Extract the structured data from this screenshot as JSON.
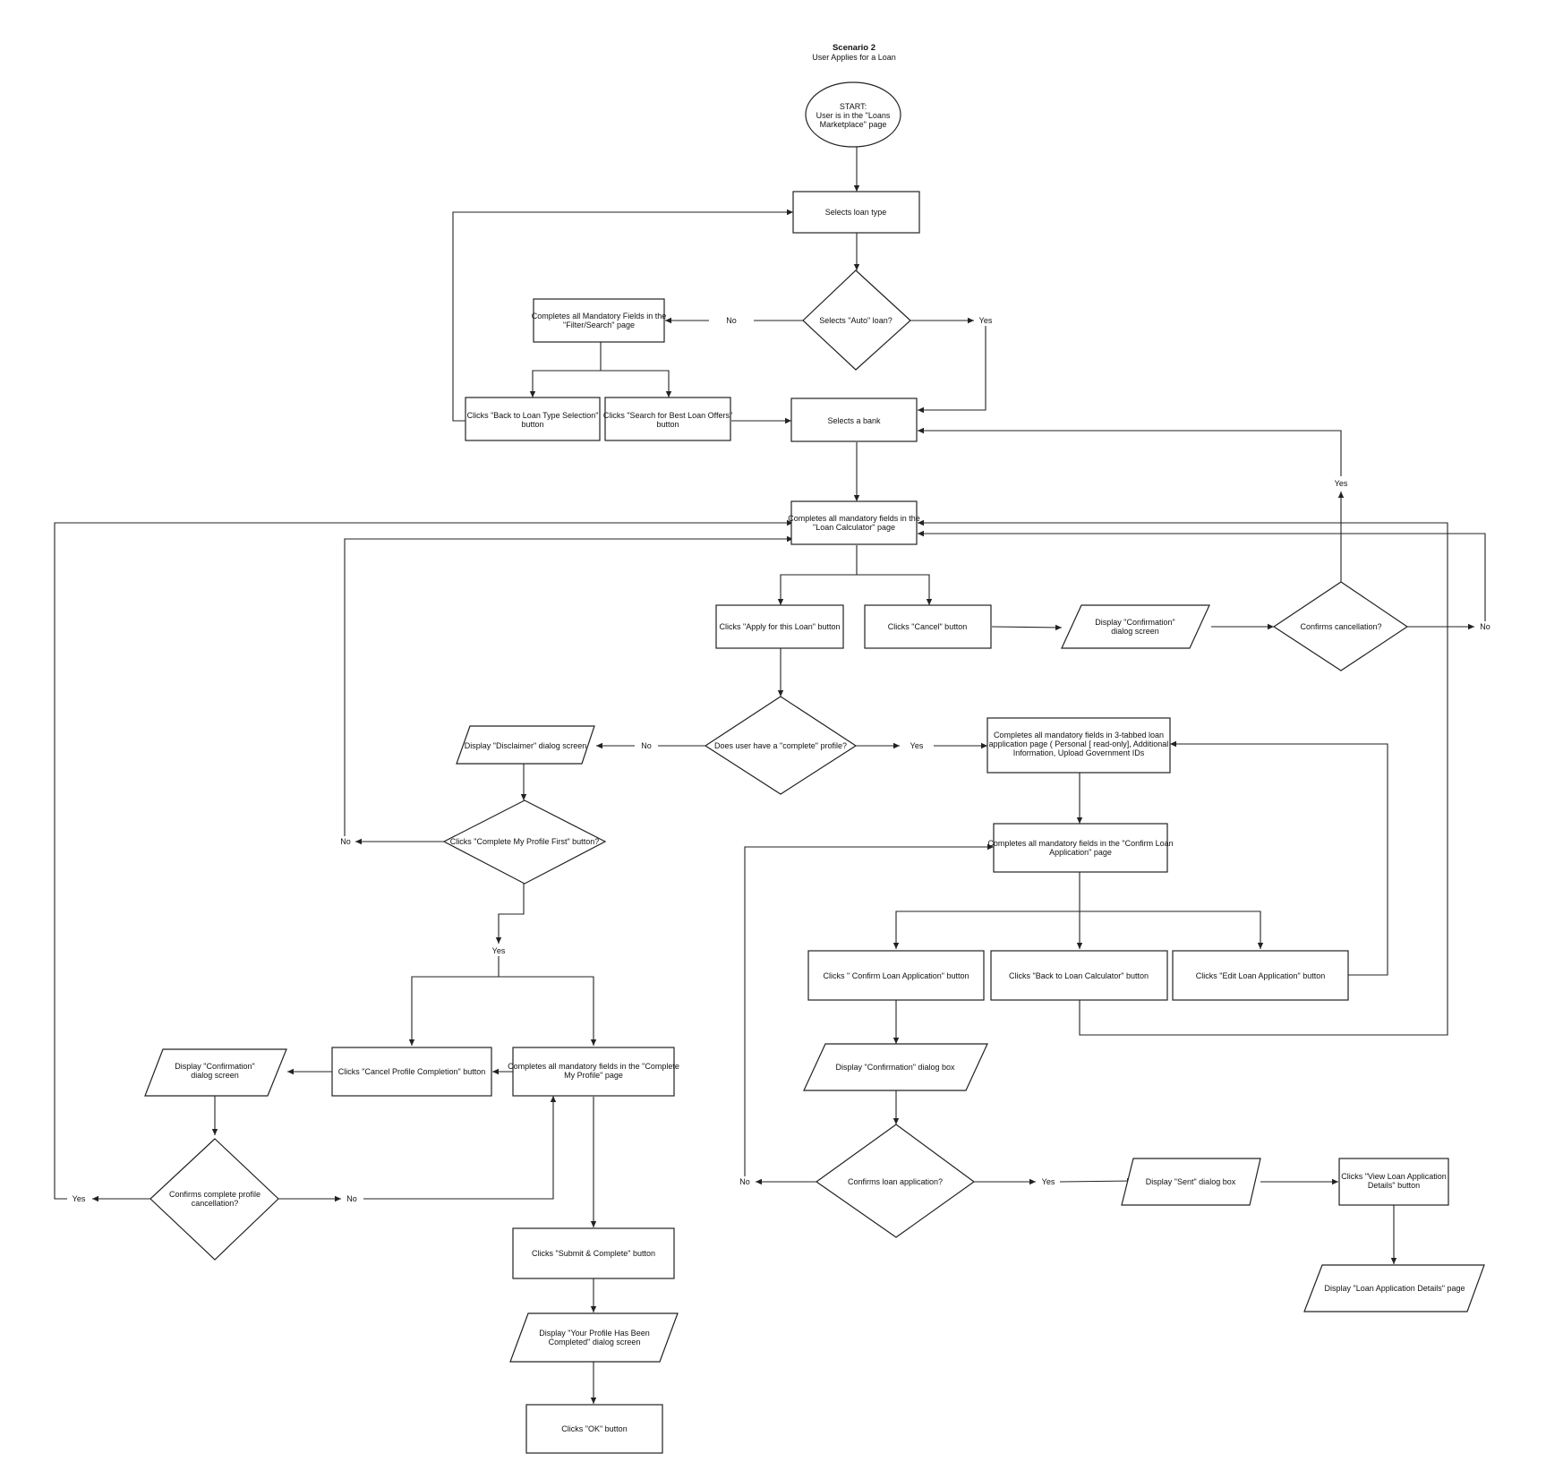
{
  "title": "Scenario 2",
  "subtitle": "User Applies for a Loan",
  "nodes": {
    "start": [
      "START:",
      "User is in the \"Loans",
      "Marketplace\" page"
    ],
    "selects_loan_type": [
      "Selects loan type"
    ],
    "auto_loan": [
      "Selects \"Auto\" loan?"
    ],
    "filter_search": [
      "Completes all Mandatory Fields in the",
      "\"Filter/Search\" page"
    ],
    "back_loan_type": [
      "Clicks \"Back to Loan Type Selection\"",
      "button"
    ],
    "search_best": [
      "Clicks \"Search for Best Loan Offers\"",
      "button"
    ],
    "selects_bank": [
      "Selects a bank"
    ],
    "loan_calculator": [
      "Completes all mandatory fields in the",
      "\"Loan Calculator\" page"
    ],
    "apply_loan": [
      "Clicks \"Apply for this Loan\" button"
    ],
    "cancel": [
      "Clicks \"Cancel\" button"
    ],
    "display_confirmation_top": [
      "Display \"Confirmation\"",
      "dialog screen"
    ],
    "confirms_cancellation": [
      "Confirms cancellation?"
    ],
    "complete_profile_q": [
      "Does user have a \"complete\" profile?"
    ],
    "display_disclaimer": [
      "Display \"Disclaimer\" dialog screen"
    ],
    "complete_profile_first": [
      "Clicks \"Complete My Profile First\" button?"
    ],
    "tabbed_app": [
      "Completes all mandatory fields in 3-tabbed loan",
      "application page ( Personal [ read-only], Additional",
      "Information, Upload Government IDs"
    ],
    "confirm_loan_page": [
      "Completes all mandatory fields in the \"Confirm Loan",
      "Application\" page"
    ],
    "confirm_loan_btn": [
      "Clicks \" Confirm Loan Application\" button"
    ],
    "back_calculator": [
      "Clicks \"Back to Loan Calculator\" button"
    ],
    "edit_loan": [
      "Clicks \"Edit Loan Application\" button"
    ],
    "display_confirmation_box": [
      "Display \"Confirmation\" dialog box"
    ],
    "confirms_application": [
      "Confirms loan application?"
    ],
    "display_sent": [
      "Display \"Sent\" dialog box"
    ],
    "view_details": [
      "Clicks \"View Loan Application",
      "Details\" button"
    ],
    "display_details": [
      "Display \"Loan Application Details\" page"
    ],
    "cancel_profile": [
      "Clicks \"Cancel Profile Completion\" button"
    ],
    "complete_my_profile": [
      "Completes all mandatory fields in the \"Complete",
      "My Profile\" page"
    ],
    "display_confirmation_left": [
      "Display \"Confirmation\"",
      "dialog screen"
    ],
    "confirms_profile_cancel": [
      "Confirms complete profile",
      "cancellation?"
    ],
    "submit_complete": [
      "Clicks \"Submit & Complete\" button"
    ],
    "display_profile_completed": [
      "Display \"Your Profile Has Been",
      "Completed\" dialog screen"
    ],
    "ok": [
      "Clicks \"OK\" button"
    ]
  },
  "edge_labels": {
    "auto_no": "No",
    "auto_yes": "Yes",
    "cancel_yes": "Yes",
    "cancel_no": "No",
    "profile_no": "No",
    "profile_yes": "Yes",
    "first_no": "No",
    "first_yes": "Yes",
    "app_no": "No",
    "app_yes": "Yes",
    "profcancel_yes": "Yes",
    "profcancel_no": "No"
  }
}
